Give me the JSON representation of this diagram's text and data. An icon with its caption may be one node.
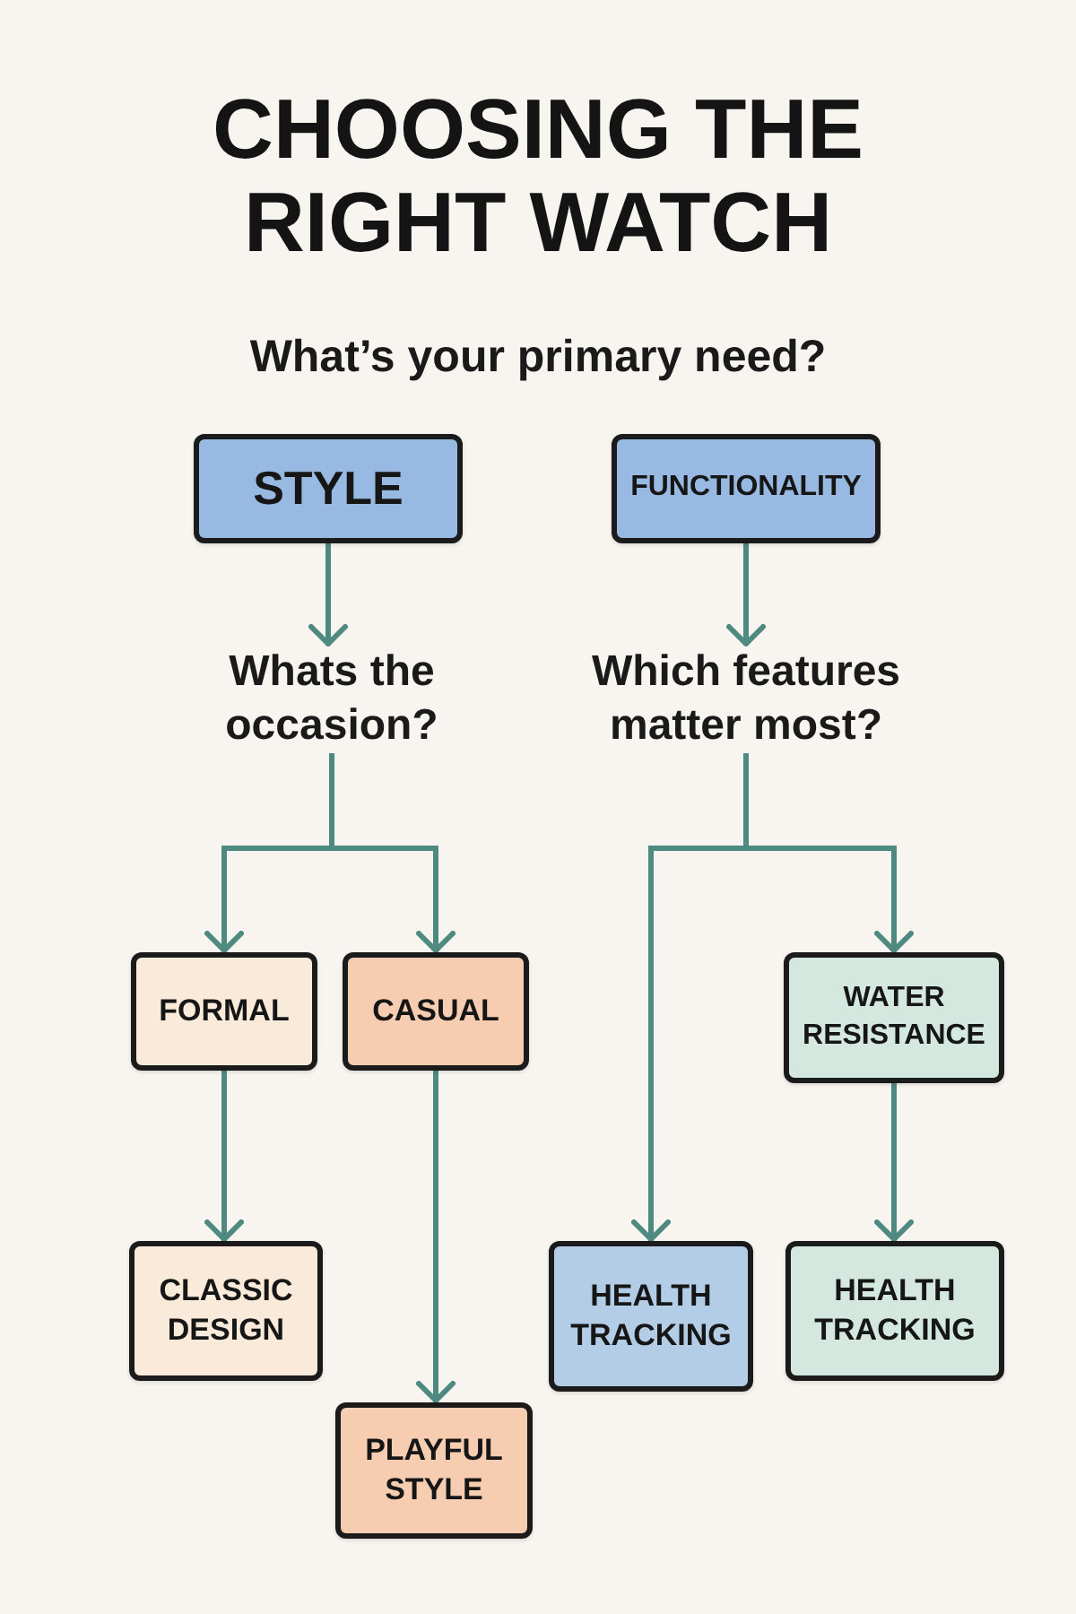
{
  "diagram": {
    "title": "CHOOSING THE RIGHT WATCH",
    "nodes": [
      {
        "text": [
          "STYLE"
        ]
      },
      {
        "text": [
          "FUNCTIONALITY"
        ]
      },
      {
        "text": [
          "Whats the occasion?"
        ]
      },
      {
        "text": [
          "Which features matter most?"
        ]
      },
      {
        "text": [
          "FORMAL"
        ]
      },
      {
        "text": [
          "CASUAL"
        ]
      },
      {
        "text": [
          "WATER RESISTANCE"
        ]
      },
      {
        "text": [
          "CLASSIC DESIGN"
        ]
      },
      {
        "text": [
          "HEALTH TRACKING"
        ]
      },
      {
        "text": [
          "HEALTH TRACKING"
        ]
      },
      {
        "text": [
          "PLAYFUL STYLE"
        ]
      }
    ],
    "edges": [
      {
        "from": 0,
        "to": 2,
        "arrow": "to"
      },
      {
        "from": 1,
        "to": 3,
        "arrow": "to"
      },
      {
        "from": 2,
        "to": 4,
        "arrow": "to"
      },
      {
        "from": 2,
        "to": 5,
        "arrow": "to"
      },
      {
        "from": 3,
        "to": 8,
        "arrow": "to"
      },
      {
        "from": 3,
        "to": 6,
        "arrow": "to"
      },
      {
        "from": 4,
        "to": 7,
        "arrow": "to"
      },
      {
        "from": 5,
        "to": 10,
        "arrow": "to"
      },
      {
        "from": 6,
        "to": 9,
        "arrow": "to"
      }
    ],
    "labels": [
      "What’s your primary need?"
    ]
  }
}
